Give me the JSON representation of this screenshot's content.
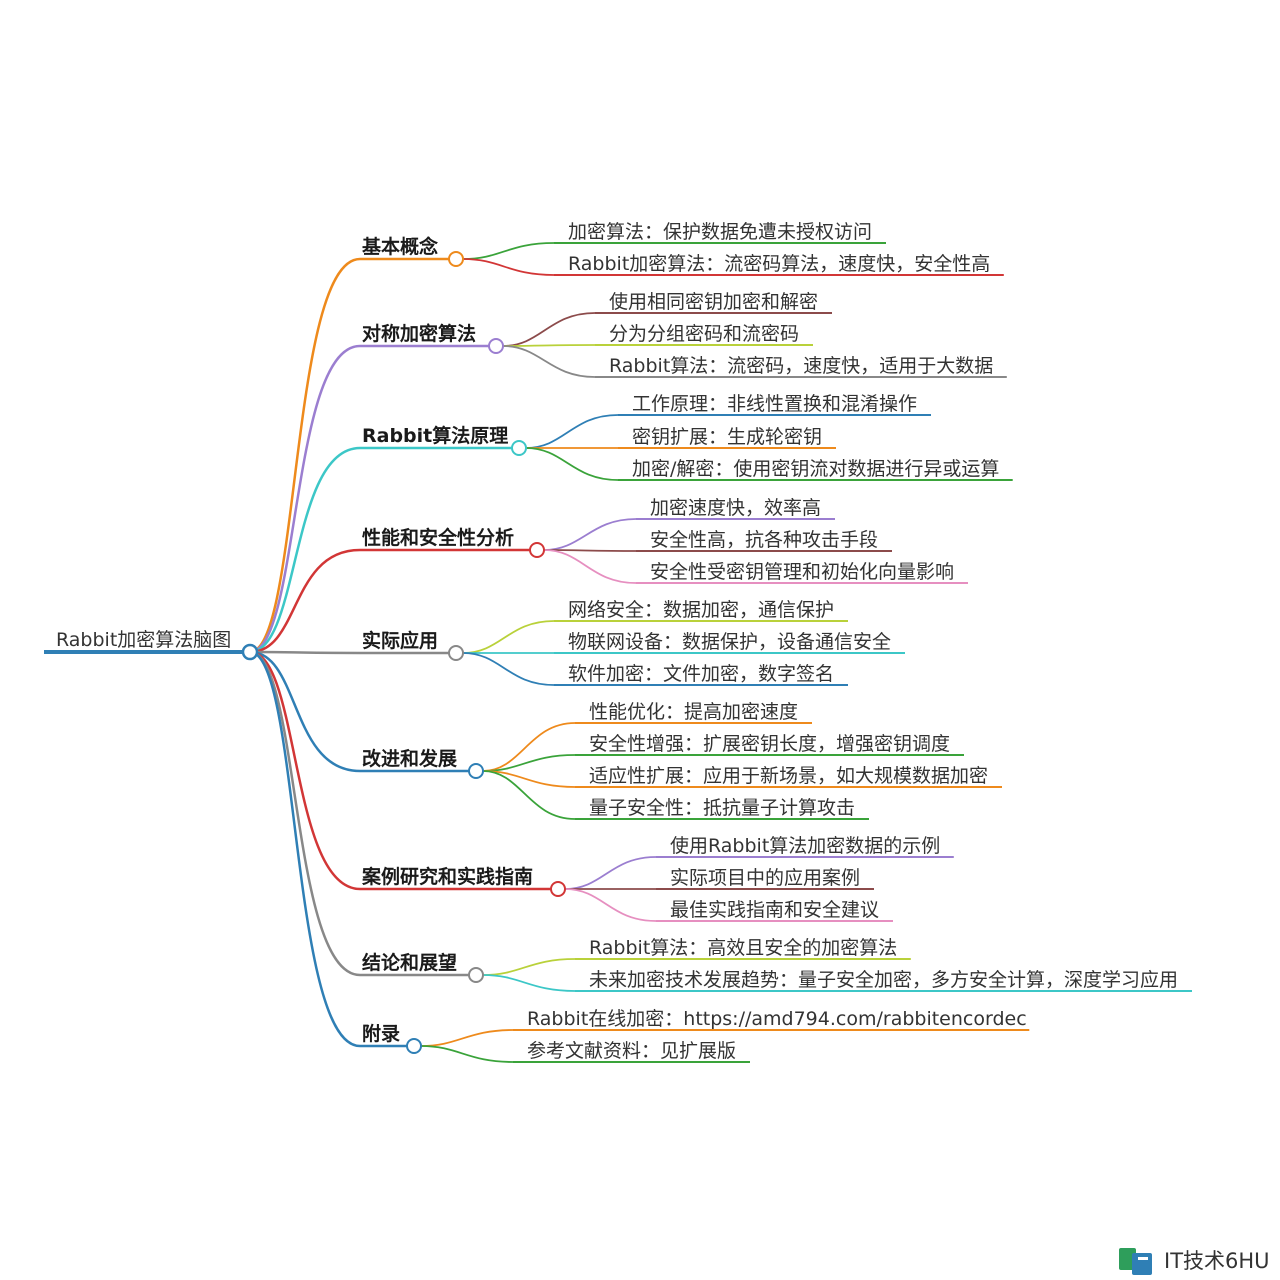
{
  "mindmap": {
    "root": "Rabbit加密算法脑图",
    "branches": [
      {
        "label": "基本概念",
        "color": "#ee8a1c",
        "children": [
          {
            "label": "加密算法：保护数据免遭未授权访问",
            "color": "#3aa33a"
          },
          {
            "label": "Rabbit加密算法：流密码算法，速度快，安全性高",
            "color": "#d23636"
          }
        ]
      },
      {
        "label": "对称加密算法",
        "color": "#9b7ed0",
        "children": [
          {
            "label": "使用相同密钥加密和解密",
            "color": "#8c4b4b"
          },
          {
            "label": "分为分组密码和流密码",
            "color": "#b9d13a"
          },
          {
            "label": "Rabbit算法：流密码，速度快，适用于大数据",
            "color": "#888888"
          }
        ]
      },
      {
        "label": "Rabbit算法原理",
        "color": "#3cc7c7",
        "children": [
          {
            "label": "工作原理：非线性置换和混淆操作",
            "color": "#2f7fb5"
          },
          {
            "label": "密钥扩展：生成轮密钥",
            "color": "#ee8a1c"
          },
          {
            "label": "加密/解密：使用密钥流对数据进行异或运算",
            "color": "#3aa33a"
          }
        ]
      },
      {
        "label": "性能和安全性分析",
        "color": "#d23636",
        "children": [
          {
            "label": "加密速度快，效率高",
            "color": "#9b7ed0"
          },
          {
            "label": "安全性高，抗各种攻击手段",
            "color": "#8c4b4b"
          },
          {
            "label": "安全性受密钥管理和初始化向量影响",
            "color": "#e68fc0"
          }
        ]
      },
      {
        "label": "实际应用",
        "color": "#888888",
        "children": [
          {
            "label": "网络安全：数据加密，通信保护",
            "color": "#b9d13a"
          },
          {
            "label": "物联网设备：数据保护，设备通信安全",
            "color": "#3cc7c7"
          },
          {
            "label": "软件加密：文件加密，数字签名",
            "color": "#2f7fb5"
          }
        ]
      },
      {
        "label": "改进和发展",
        "color": "#2f7fb5",
        "children": [
          {
            "label": "性能优化：提高加密速度",
            "color": "#ee8a1c"
          },
          {
            "label": "安全性增强：扩展密钥长度，增强密钥调度",
            "color": "#3aa33a"
          },
          {
            "label": "适应性扩展：应用于新场景，如大规模数据加密",
            "color": "#ee8a1c"
          },
          {
            "label": "量子安全性：抵抗量子计算攻击",
            "color": "#3aa33a"
          }
        ]
      },
      {
        "label": "案例研究和实践指南",
        "color": "#d23636",
        "children": [
          {
            "label": "使用Rabbit算法加密数据的示例",
            "color": "#9b7ed0"
          },
          {
            "label": "实际项目中的应用案例",
            "color": "#8c4b4b"
          },
          {
            "label": "最佳实践指南和安全建议",
            "color": "#e68fc0"
          }
        ]
      },
      {
        "label": "结论和展望",
        "color": "#888888",
        "children": [
          {
            "label": "Rabbit算法：高效且安全的加密算法",
            "color": "#b9d13a"
          },
          {
            "label": "未来加密技术发展趋势：量子安全加密，多方安全计算，深度学习应用",
            "color": "#3cc7c7"
          }
        ]
      },
      {
        "label": "附录",
        "color": "#2f7fb5",
        "children": [
          {
            "label": "Rabbit在线加密：https://amd794.com/rabbitencordec",
            "color": "#ee8a1c"
          },
          {
            "label": "参考文献资料：见扩展版",
            "color": "#3aa33a"
          }
        ]
      }
    ]
  },
  "root_color": "#2f7fb5",
  "watermark": {
    "text": "IT技术6HU",
    "logo": "book-logo-icon",
    "logo_colors": [
      "#2e9e5b",
      "#2f7fb5"
    ]
  }
}
